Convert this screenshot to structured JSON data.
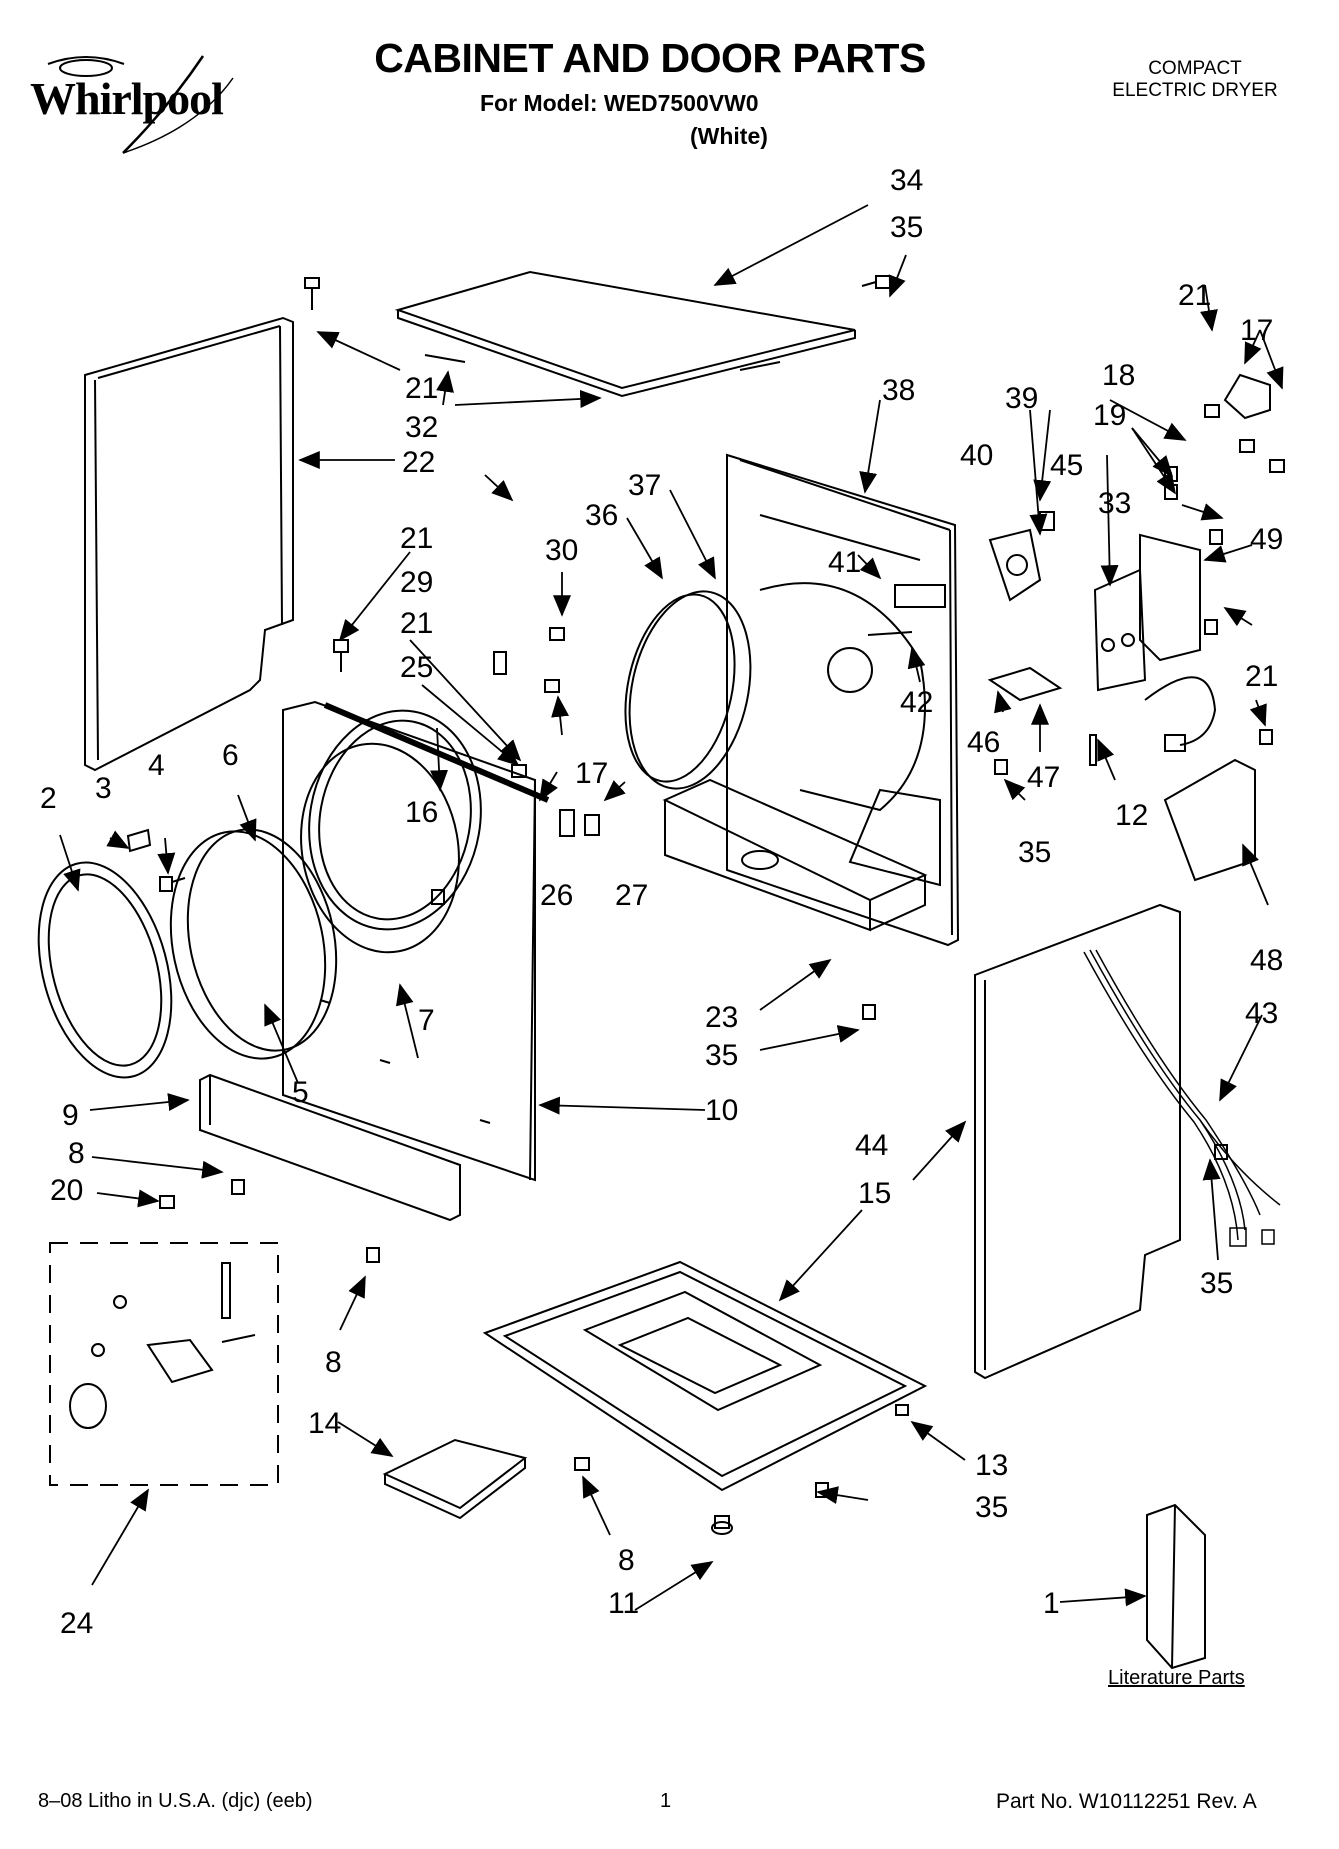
{
  "header": {
    "brand": "Whirlpool",
    "title": "CABINET AND DOOR PARTS",
    "model_line": "For Model: WED7500VW0",
    "color_line": "(White)",
    "product_type_line1": "COMPACT",
    "product_type_line2": "ELECTRIC DRYER"
  },
  "callouts": {
    "c1": "1",
    "c2": "2",
    "c3": "3",
    "c4": "4",
    "c5": "5",
    "c6": "6",
    "c7": "7",
    "c8a": "8",
    "c8b": "8",
    "c8c": "8",
    "c9": "9",
    "c10": "10",
    "c11": "11",
    "c12": "12",
    "c13": "13",
    "c14": "14",
    "c15": "15",
    "c16": "16",
    "c17a": "17",
    "c17b": "17",
    "c18": "18",
    "c19": "19",
    "c20": "20",
    "c21a": "21",
    "c21b": "21",
    "c21c": "21",
    "c21d": "21",
    "c21e": "21",
    "c22": "22",
    "c23": "23",
    "c24": "24",
    "c25": "25",
    "c26": "26",
    "c27": "27",
    "c29": "29",
    "c30": "30",
    "c32": "32",
    "c33": "33",
    "c34": "34",
    "c35a": "35",
    "c35b": "35",
    "c35c": "35",
    "c35d": "35",
    "c35e": "35",
    "c36": "36",
    "c37": "37",
    "c38": "38",
    "c39": "39",
    "c40": "40",
    "c41": "41",
    "c42": "42",
    "c43": "43",
    "c44": "44",
    "c45": "45",
    "c46": "46",
    "c47": "47",
    "c48": "48",
    "c49": "49"
  },
  "literature_label": "Literature Parts",
  "footer": {
    "left": "8–08 Litho in U.S.A. (djc) (eeb)",
    "page": "1",
    "right": "Part No. W10112251 Rev. A"
  }
}
